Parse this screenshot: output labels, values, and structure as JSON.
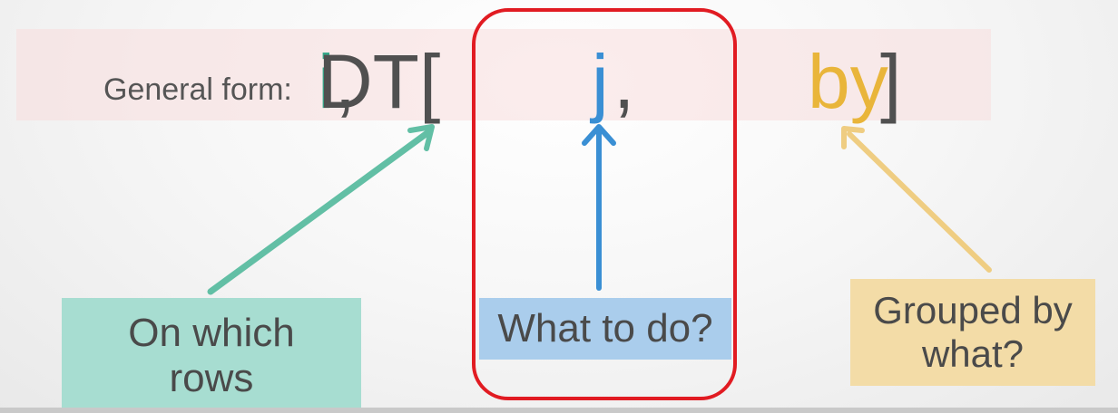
{
  "formula": {
    "prefix": "General form:",
    "dt_open": "DT[",
    "i": "i",
    "comma1": ",",
    "j": "j",
    "comma2": ",",
    "by": "by",
    "close": "]"
  },
  "labels": {
    "rows": "On which\nrows",
    "what": "What to do?",
    "grouped": "Grouped by\nwhat?"
  },
  "colors": {
    "i": "#36a88a",
    "j": "#3a8fd4",
    "by": "#e9b53a",
    "highlight": "#e11b22"
  }
}
